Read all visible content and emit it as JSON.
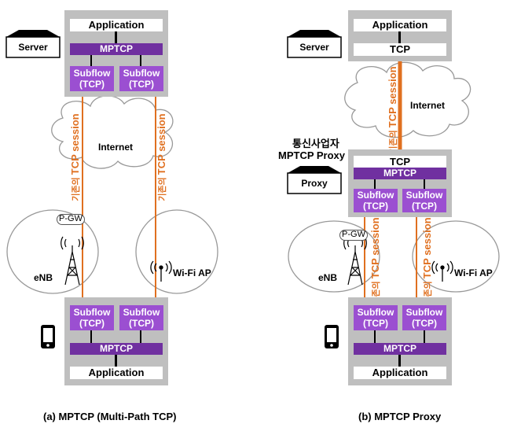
{
  "panel_a": {
    "server_label": "Server",
    "app_top": "Application",
    "mptcp_top": "MPTCP",
    "subflow_top": [
      "Subflow\n(TCP)",
      "Subflow\n(TCP)"
    ],
    "internet": "Internet",
    "session_prefix": "기존의 ",
    "session_main": "TCP session",
    "pgw": "P-GW",
    "enb": "eNB",
    "wifi": "Wi-Fi AP",
    "subflow_bottom": [
      "Subflow\n(TCP)",
      "Subflow\n(TCP)"
    ],
    "mptcp_bottom": "MPTCP",
    "app_bottom": "Application",
    "caption": "(a) MPTCP (Multi-Path TCP)"
  },
  "panel_b": {
    "server_label": "Server",
    "app_top": "Application",
    "tcp_top": "TCP",
    "internet": "Internet",
    "session_prefix": "기존의 ",
    "session_main": "TCP session",
    "operator_line1": "통신사업자",
    "operator_line2": "MPTCP Proxy",
    "proxy_label": "Proxy",
    "proxy_tcp": "TCP",
    "proxy_mptcp": "MPTCP",
    "subflow_proxy": [
      "Subflow\n(TCP)",
      "Subflow\n(TCP)"
    ],
    "pgw": "P-GW",
    "enb": "eNB",
    "wifi": "Wi-Fi AP",
    "subflow_bottom": [
      "Subflow\n(TCP)",
      "Subflow\n(TCP)"
    ],
    "mptcp_bottom": "MPTCP",
    "app_bottom": "Application",
    "caption": "(b) MPTCP Proxy"
  },
  "colors": {
    "purple_dark": "#7030a0",
    "purple_light": "#9b4fd1",
    "orange": "#e07020",
    "gray": "#bfbfbf"
  }
}
